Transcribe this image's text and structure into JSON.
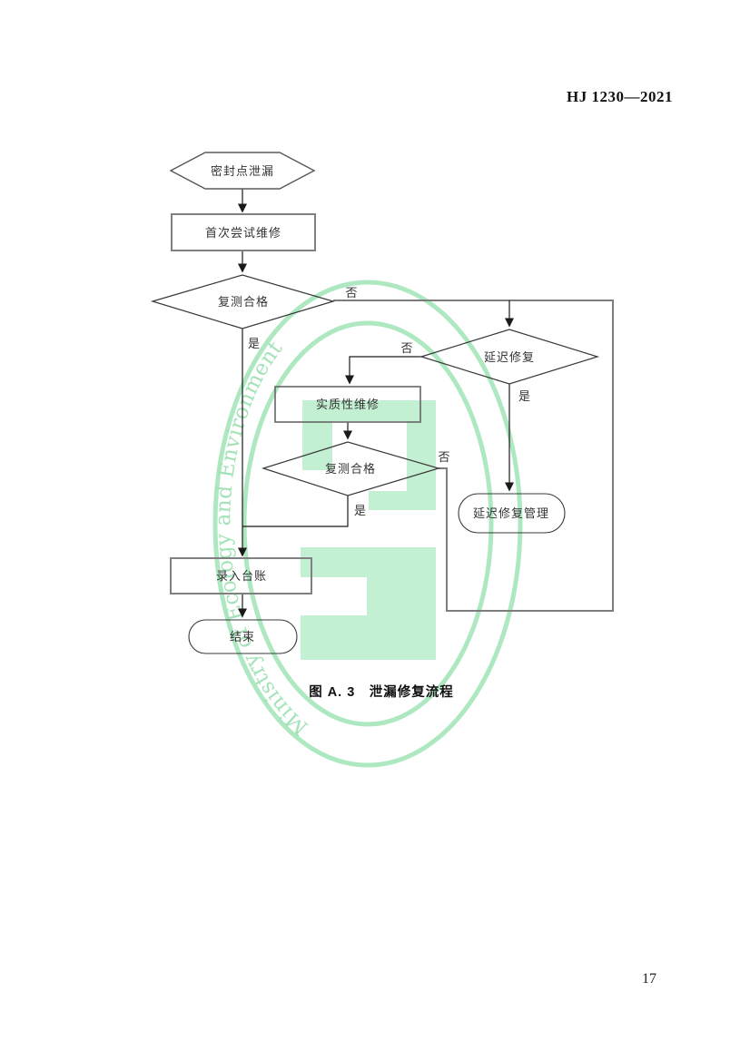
{
  "page": {
    "header": "HJ 1230—2021",
    "caption": "图 A. 3　泄漏修复流程",
    "page_number": "17"
  },
  "watermark": {
    "arc_text": "Ministry of Ecology and Environment",
    "ring_color": "#aee8c1",
    "text_color": "#a4e3b8",
    "glyph_color": "#c3efd2"
  },
  "flowchart": {
    "nodes": {
      "start": "密封点泄漏",
      "first_attempt": "首次尝试维修",
      "retest1": "复测合格",
      "delay_decision": "延迟修复",
      "substantive_repair": "实质性维修",
      "retest2": "复测合格",
      "delay_management": "延迟修复管理",
      "ledger": "录入台账",
      "end": "结束"
    },
    "edge_labels": {
      "retest1_no": "否",
      "retest1_yes": "是",
      "delay_no": "否",
      "delay_yes": "是",
      "retest2_no": "否",
      "retest2_yes": "是"
    },
    "edges": [
      {
        "from": "密封点泄漏",
        "to": "首次尝试维修",
        "label": ""
      },
      {
        "from": "首次尝试维修",
        "to": "复测合格",
        "label": ""
      },
      {
        "from": "复测合格",
        "to": "录入台账",
        "label": "是"
      },
      {
        "from": "复测合格",
        "to": "延迟修复",
        "label": "否"
      },
      {
        "from": "延迟修复",
        "to": "实质性维修",
        "label": "否"
      },
      {
        "from": "延迟修复",
        "to": "延迟修复管理",
        "label": "是"
      },
      {
        "from": "实质性维修",
        "to": "复测合格(2)",
        "label": ""
      },
      {
        "from": "复测合格(2)",
        "to": "录入台账",
        "label": "是"
      },
      {
        "from": "复测合格(2)",
        "to": "延迟修复",
        "label": "否"
      },
      {
        "from": "录入台账",
        "to": "结束",
        "label": ""
      }
    ]
  }
}
